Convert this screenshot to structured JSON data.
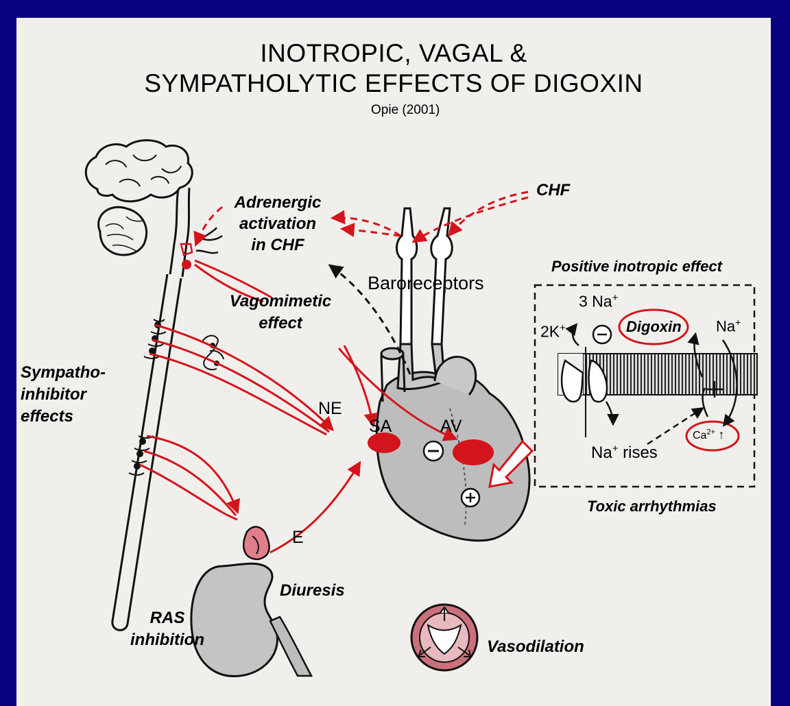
{
  "title": {
    "line1": "INOTROPIC, VAGAL &",
    "line2": "SYMPATHOLYTIC EFFECTS OF DIGOXIN",
    "source": "Opie (2001)"
  },
  "labels": {
    "chf": "CHF",
    "adrenergic": [
      "Adrenergic",
      "activation",
      "in CHF"
    ],
    "baroreceptors": "Baroreceptors",
    "vagomimetic": [
      "Vagomimetic",
      "effect"
    ],
    "sympatho_inhibitor": [
      "Sympatho-",
      "inhibitor",
      "effects"
    ],
    "ne": "NE",
    "e": "E",
    "sa": "SA",
    "av": "AV",
    "diuresis": "Diuresis",
    "ras_inhibition": [
      "RAS",
      "inhibition"
    ],
    "vasodilation": "Vasodilation",
    "positive_inotropic": "Positive inotropic effect",
    "three_na": "3 Na",
    "two_k": "2K",
    "digoxin": "Digoxin",
    "na_plus": "Na",
    "na_rises": "Na",
    "na_rises_suffix": " rises",
    "ca": "Ca",
    "toxic_arrhythmias": "Toxic arrhythmias"
  },
  "colors": {
    "red": "#d4141c",
    "background": "#08007c",
    "paper": "#f1efec"
  }
}
